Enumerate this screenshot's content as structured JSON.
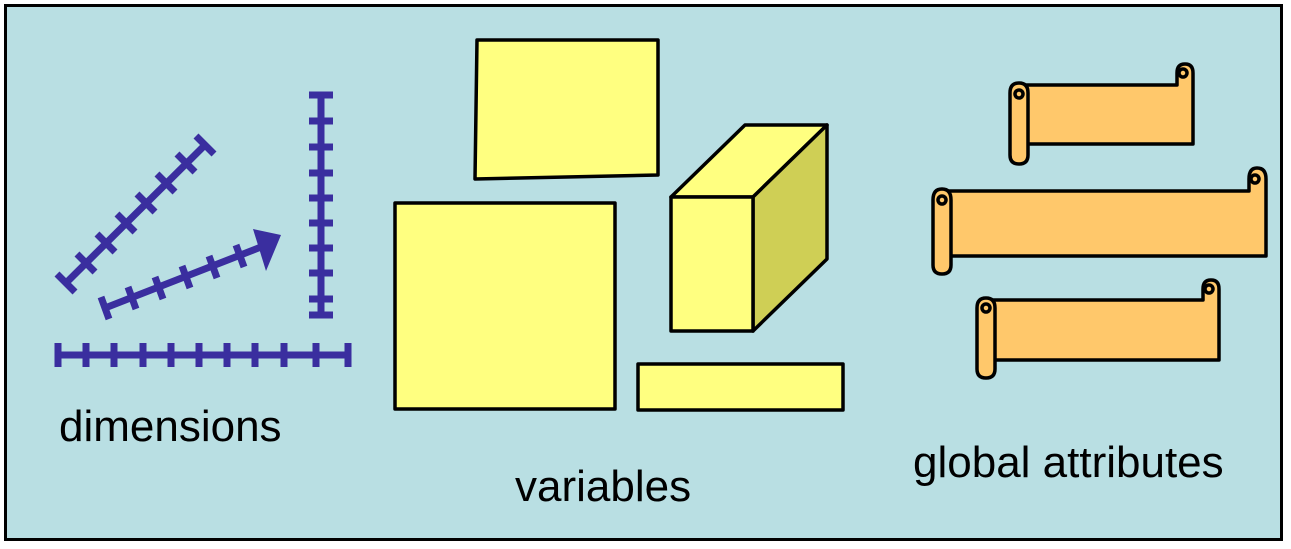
{
  "diagram": {
    "background": "#b9dfe3",
    "groups": [
      {
        "id": "dimensions",
        "label": "dimensions",
        "icon": "axis-ruler-icons",
        "color": "#3a2e9f"
      },
      {
        "id": "variables",
        "label": "variables",
        "icon": "yellow-box-icons",
        "color": "#ffff80",
        "side_color": "#cfcf55"
      },
      {
        "id": "global-attributes",
        "label": "global attributes",
        "icon": "scroll-icons",
        "color": "#ffc86b"
      }
    ]
  }
}
